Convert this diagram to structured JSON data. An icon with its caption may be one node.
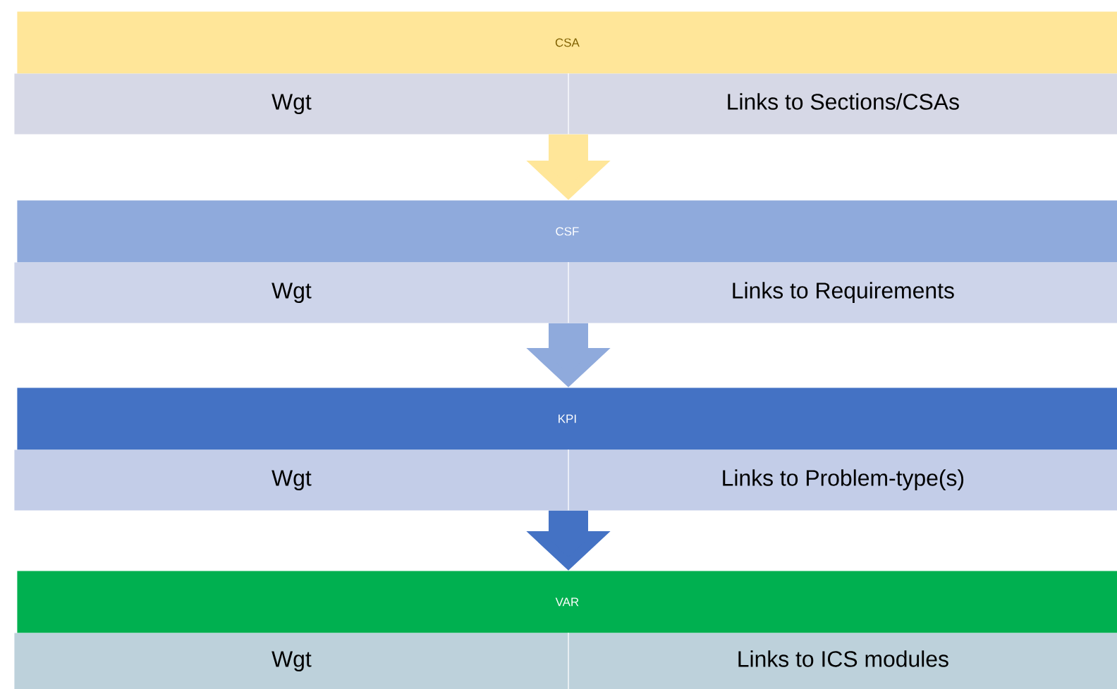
{
  "diagram": {
    "nodes": [
      {
        "text": [
          "CSA"
        ]
      },
      {
        "text": [
          "Wgt"
        ]
      },
      {
        "text": [
          "Links to Sections/CSAs"
        ]
      },
      {
        "text": [
          "CSF"
        ]
      },
      {
        "text": [
          "Wgt"
        ]
      },
      {
        "text": [
          "Links to Requirements"
        ]
      },
      {
        "text": [
          "KPI"
        ]
      },
      {
        "text": [
          "Wgt"
        ]
      },
      {
        "text": [
          "Links to Problem-type(s)"
        ]
      },
      {
        "text": [
          "VAR"
        ]
      },
      {
        "text": [
          "Wgt"
        ]
      },
      {
        "text": [
          "Links to ICS modules"
        ]
      }
    ],
    "edges": [
      {
        "from": 2,
        "to": 3,
        "arrow": "to",
        "color": "#ffe699"
      },
      {
        "from": 5,
        "to": 6,
        "arrow": "to",
        "color": "#8faadc"
      },
      {
        "from": 8,
        "to": 9,
        "arrow": "to",
        "color": "#4472c4"
      }
    ]
  }
}
